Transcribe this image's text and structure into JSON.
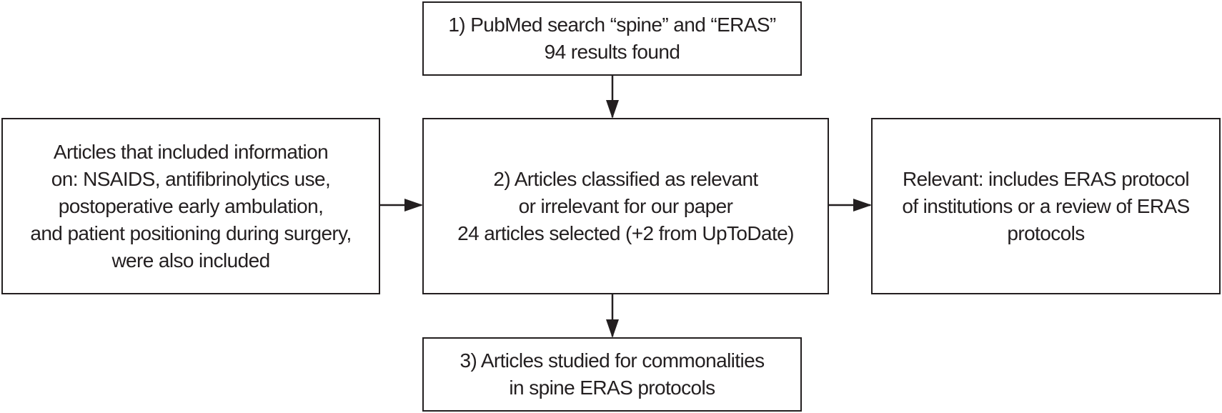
{
  "flowchart": {
    "search_box": {
      "lines": [
        "1) PubMed search “spine” and “ERAS”",
        "94 results found"
      ]
    },
    "classification_box": {
      "lines": [
        "2) Articles classified as relevant",
        "or irrelevant for our paper",
        "24 articles selected (+2 from UpToDate)"
      ]
    },
    "inclusion_box": {
      "lines": [
        "Articles that included information",
        "on: NSAIDS, antifibrinolytics use,",
        "postoperative early ambulation,",
        "and patient positioning during surgery,",
        "were also included"
      ]
    },
    "relevant_box": {
      "lines": [
        "Relevant: includes ERAS protocol",
        "of institutions or a review of ERAS",
        "protocols"
      ]
    },
    "studied_box": {
      "lines": [
        "3) Articles studied for commonalities",
        "in spine ERAS protocols"
      ]
    },
    "colors": {
      "stroke": "#231f20",
      "background": "#ffffff"
    }
  }
}
